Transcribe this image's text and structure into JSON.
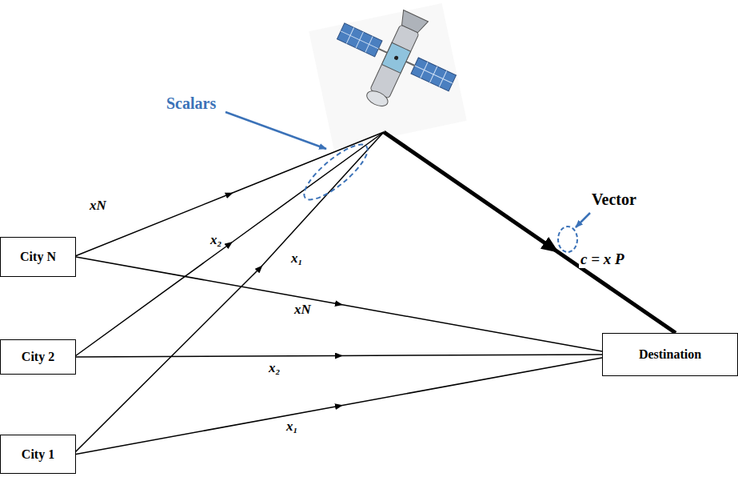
{
  "diagram": {
    "nodes": [
      {
        "text": [
          "City N"
        ]
      },
      {
        "text": [
          "City 2"
        ]
      },
      {
        "text": [
          "City 1"
        ]
      },
      {
        "text": [
          "Destination"
        ]
      }
    ],
    "edges": [
      {
        "from": 0,
        "to": 3,
        "arrow": "to",
        "label": "xN"
      },
      {
        "from": 1,
        "to": 3,
        "arrow": "to",
        "label": "x₂"
      },
      {
        "from": 2,
        "to": 3,
        "arrow": "to",
        "label": "x₁"
      }
    ],
    "labels": [
      "Scalars",
      "Vector",
      "c = x P",
      "xN",
      "x₂",
      "x₁"
    ]
  }
}
